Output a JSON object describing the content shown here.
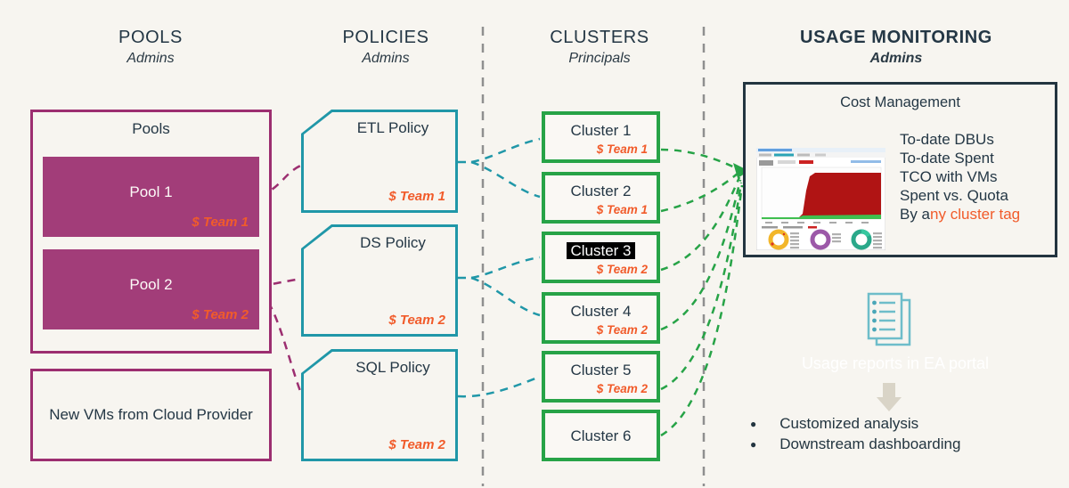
{
  "headers": [
    {
      "title": "POOLS",
      "subtitle": "Admins"
    },
    {
      "title": "POLICIES",
      "subtitle": "Admins"
    },
    {
      "title": "CLUSTERS",
      "subtitle": "Principals"
    },
    {
      "title": "USAGE MONITORING",
      "subtitle": "Admins"
    }
  ],
  "pools": {
    "group_label": "Pools",
    "items": [
      {
        "label": "Pool 1",
        "team": "$ Team 1"
      },
      {
        "label": "Pool 2",
        "team": "$ Team 2"
      }
    ],
    "new_vms_label": "New VMs from Cloud Provider"
  },
  "policies": {
    "items": [
      {
        "label": "ETL Policy",
        "team": "$ Team 1"
      },
      {
        "label": "DS Policy",
        "team": "$ Team 2"
      },
      {
        "label": "SQL Policy",
        "team": "$ Team 2"
      }
    ]
  },
  "clusters": {
    "items": [
      {
        "label": "Cluster 1",
        "team": "$ Team 1"
      },
      {
        "label": "Cluster 2",
        "team": "$ Team 1"
      },
      {
        "label": "Cluster 3",
        "team": "$ Team 2"
      },
      {
        "label": "Cluster 4",
        "team": "$ Team 2"
      },
      {
        "label": "Cluster 5",
        "team": "$ Team 2"
      },
      {
        "label": "Cluster 6",
        "team": ""
      }
    ],
    "highlighted_item": "Cluster 3"
  },
  "usage_monitoring": {
    "cost_box": {
      "title": "Cost Management",
      "metrics": [
        "To-date DBUs",
        "To-date Spent",
        "TCO with VMs",
        "Spent vs. Quota"
      ],
      "by_metric": {
        "dark": "By a",
        "orange": "ny cluster tag"
      },
      "thumbnail_icon": "cost-dashboard-thumbnail"
    },
    "reports_icon": "documents-icon",
    "reports_label": "Usage reports in EA portal",
    "down_arrow_icon": "down-arrow-icon",
    "bullets": [
      "Customized analysis",
      "Downstream dashboarding"
    ]
  },
  "colors": {
    "background": "#f7f5f0",
    "dark_text": "#243745",
    "magenta_border": "#9c2e70",
    "magenta_fill": "#a23d79",
    "teal": "#2097a8",
    "teal_light": "#6ebdca",
    "green": "#27a347",
    "orange": "#f15b2a",
    "separator_gray": "#8f8f8f",
    "arrow_beige": "#d9d4c7",
    "thumb_red": "#b01414",
    "thumb_green": "#3fbf4f",
    "donut_yellow": "#f2b62a",
    "donut_purple": "#9c59a8",
    "donut_teal": "#2aa88a"
  }
}
